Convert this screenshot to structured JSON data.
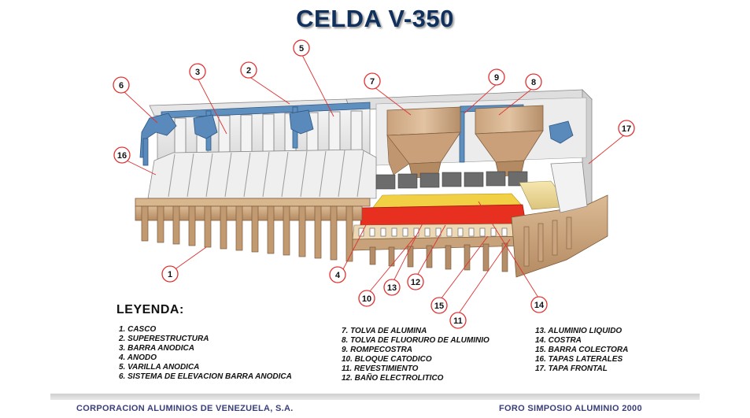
{
  "title": "CELDA V-350",
  "legend": {
    "heading": "LEYENDA:",
    "column_1": [
      "1. CASCO",
      "2. SUPERESTRUCTURA",
      "3. BARRA ANODICA",
      "4. ANODO",
      "5. VARILLA ANODICA",
      "6. SISTEMA DE ELEVACION BARRA ANODICA"
    ],
    "column_2": [
      "7. TOLVA DE ALUMINA",
      "8. TOLVA DE FLUORURO DE ALUMINIO",
      "9. ROMPECOSTRA",
      "10. BLOQUE CATODICO",
      "11. REVESTIMIENTO",
      "12. BAÑO ELECTROLITICO"
    ],
    "column_3": [
      "13. ALUMINIO LIQUIDO",
      "14. COSTRA",
      "15. BARRA COLECTORA",
      "16. TAPAS LATERALES",
      "17. TAPA FRONTAL"
    ]
  },
  "callouts": [
    "1",
    "2",
    "3",
    "4",
    "5",
    "6",
    "7",
    "8",
    "9",
    "10",
    "11",
    "12",
    "13",
    "14",
    "15",
    "16",
    "17"
  ],
  "colors": {
    "title": "#10305e",
    "shell_tan": "#c8a27a",
    "superstructure_blue": "#5f8fbf",
    "hopper_tan": "#d2ae8a",
    "liquid_aluminium_red": "#e83020",
    "bath_yellow": "#f2d046",
    "crust_yellow": "#ecd896",
    "callout_red": "#e03030",
    "footer_text": "#3a3f7a"
  },
  "footer": {
    "left": "CORPORACION ALUMINIOS DE VENEZUELA, S.A.",
    "right": "FORO SIMPOSIO ALUMINIO 2000"
  }
}
